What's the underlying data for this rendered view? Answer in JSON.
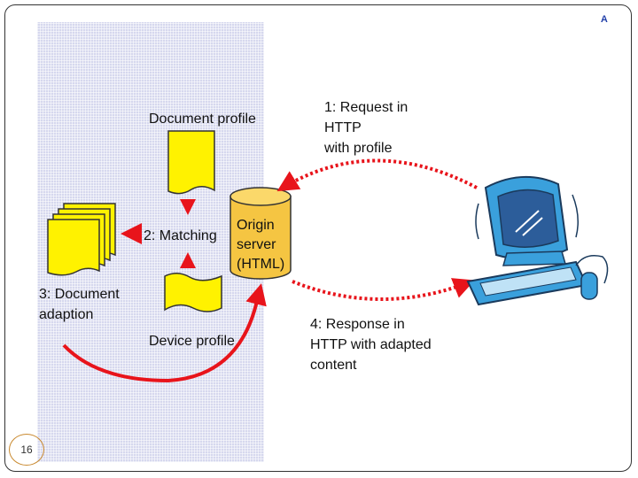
{
  "slide": {
    "number": "16",
    "corner_mark": "ᴬ"
  },
  "labels": {
    "document_profile": "Document profile",
    "matching": "2: Matching",
    "document_adaption_line1": "3: Document",
    "document_adaption_line2": "adaption",
    "device_profile": "Device profile",
    "origin_server_line1": "Origin",
    "origin_server_line2": "server",
    "origin_server_line3": "(HTML)",
    "request_line1": "1: Request in",
    "request_line2": "HTTP",
    "request_line3": "with profile",
    "response_line1": "4: Response in",
    "response_line2": "HTTP with adapted",
    "response_line3": "content"
  },
  "colors": {
    "panel": "#d6d8ee",
    "document_fill": "#fff200",
    "server_fill": "#f5c542",
    "arrow": "#e8141b",
    "computer": "#3aa0dc"
  }
}
